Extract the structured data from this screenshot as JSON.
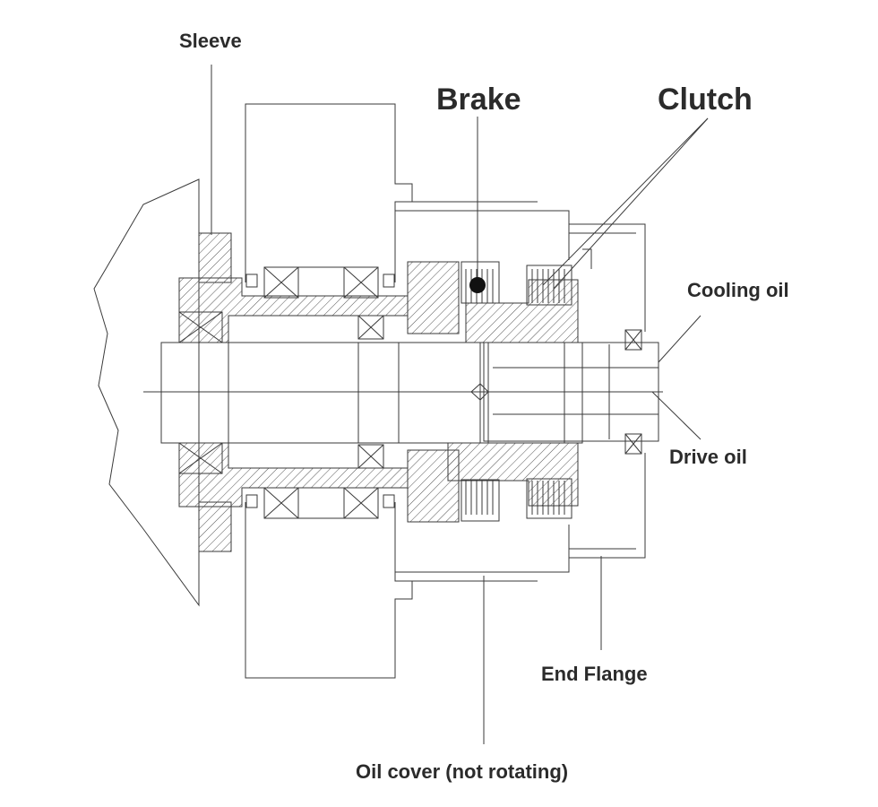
{
  "labels": {
    "sleeve": "Sleeve",
    "brake": "Brake",
    "clutch": "Clutch",
    "cooling_oil": "Cooling oil",
    "drive_oil": "Drive oil",
    "end_flange": "End Flange",
    "oil_cover": "Oil cover (not rotating)"
  },
  "colors": {
    "line": "#3a3a3a",
    "text": "#2b2b2b",
    "background": "#ffffff"
  }
}
